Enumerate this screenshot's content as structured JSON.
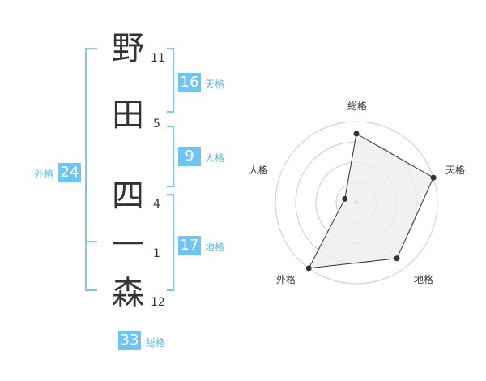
{
  "name": {
    "chars": [
      {
        "char": "野",
        "strokes": "11"
      },
      {
        "char": "田",
        "strokes": "5"
      },
      {
        "char": "四",
        "strokes": "4"
      },
      {
        "char": "一",
        "strokes": "1"
      },
      {
        "char": "森",
        "strokes": "12"
      }
    ]
  },
  "fortunes": {
    "tenkaku": {
      "value": "16",
      "label": "天格"
    },
    "jinkaku": {
      "value": "9",
      "label": "人格"
    },
    "chikaku": {
      "value": "17",
      "label": "地格"
    },
    "gaikaku": {
      "value": "24",
      "label": "外格"
    },
    "soukaku": {
      "value": "33",
      "label": "総格"
    }
  },
  "radar": {
    "axes": [
      "総格",
      "天格",
      "地格",
      "外格",
      "人格"
    ],
    "values": [
      0.85,
      1.0,
      0.85,
      1.0,
      0.15
    ],
    "max": 1.0,
    "rings": 4
  },
  "colors": {
    "accent": "#6ec4f2",
    "accent_text": "#59b7e8",
    "bracket": "#7cc7f0",
    "text": "#333333",
    "ring": "#cccccc",
    "fill": "#eeeeee"
  }
}
